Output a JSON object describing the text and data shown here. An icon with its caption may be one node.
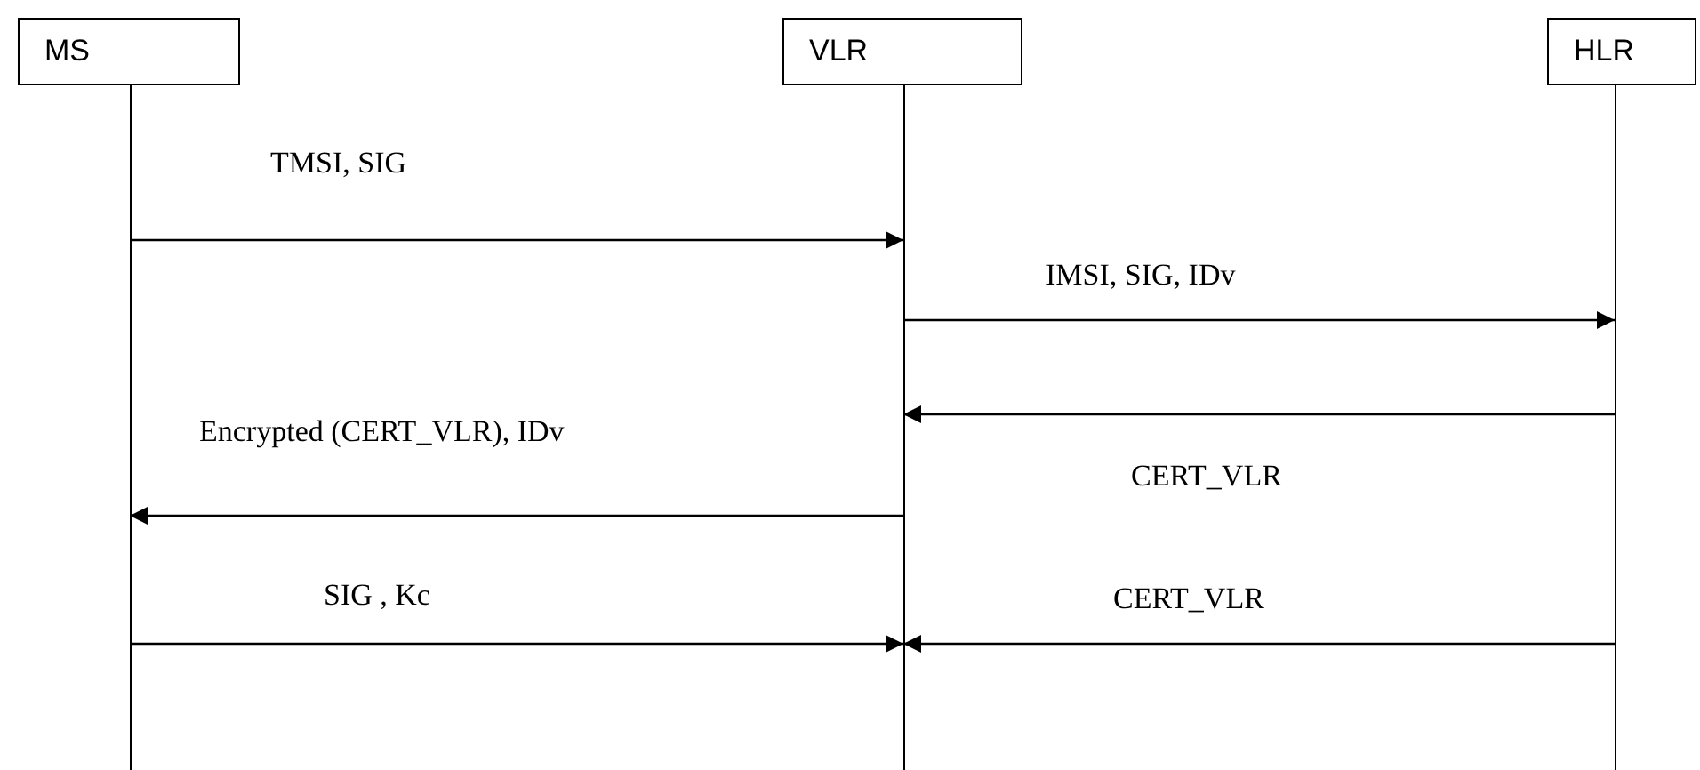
{
  "diagram": {
    "nodes": [
      {
        "text": [
          "MS"
        ]
      },
      {
        "text": [
          "VLR"
        ]
      },
      {
        "text": [
          "HLR"
        ]
      }
    ],
    "edges": [
      {
        "from": 0,
        "to": 1,
        "arrow": "to",
        "label": "TMSI, SIG"
      },
      {
        "from": 1,
        "to": 2,
        "arrow": "to",
        "label": "IMSI, SIG, IDv"
      },
      {
        "from": 2,
        "to": 1,
        "arrow": "to",
        "label": "CERT_VLR"
      },
      {
        "from": 1,
        "to": 0,
        "arrow": "to",
        "label": "Encrypted (CERT_VLR), IDv"
      },
      {
        "from": 0,
        "to": 1,
        "arrow": "to",
        "label": "SIG , Kc"
      },
      {
        "from": 2,
        "to": 1,
        "arrow": "to",
        "label": "CERT_VLR"
      }
    ]
  }
}
